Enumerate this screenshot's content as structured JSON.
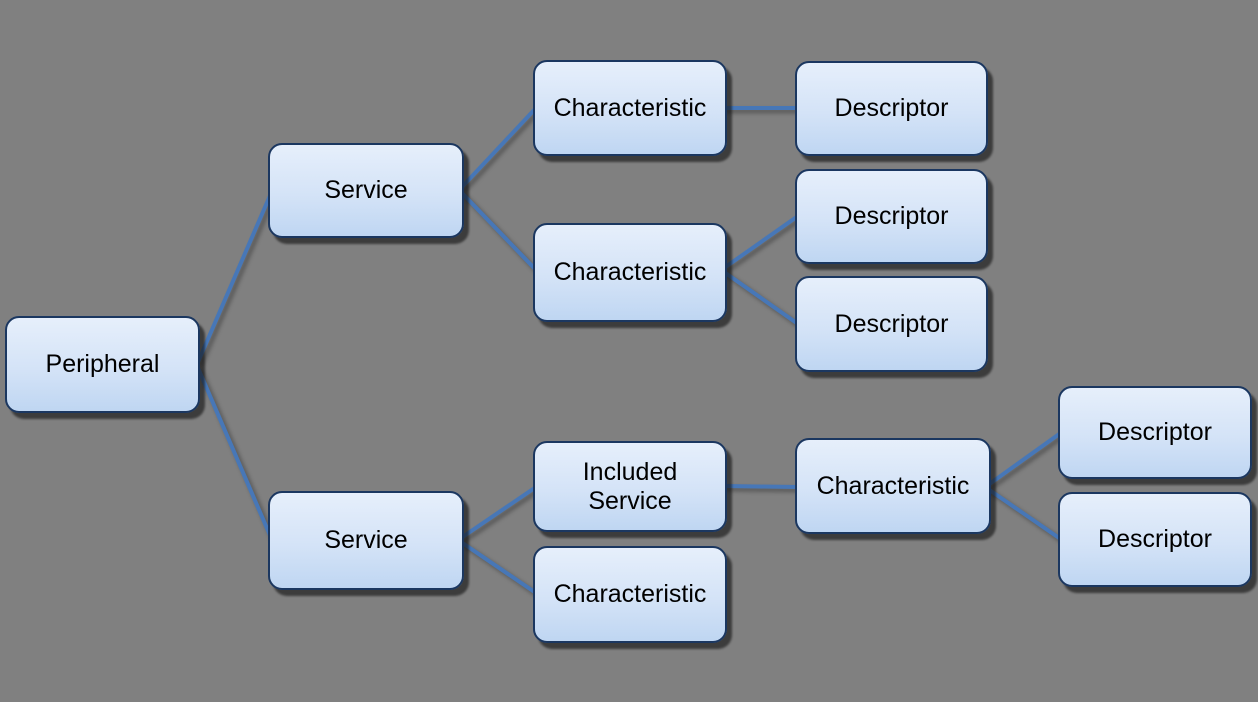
{
  "colors": {
    "background": "#808080",
    "connector": "#4777B7",
    "node_border": "#1B3760",
    "node_fill_top": "#E6EFFB",
    "node_fill_bottom": "#BFD6F2",
    "node_text": "#000000"
  },
  "nodes": [
    {
      "label": "Peripheral"
    },
    {
      "label": "Service"
    },
    {
      "label": "Characteristic"
    },
    {
      "label": "Descriptor"
    },
    {
      "label": "Characteristic"
    },
    {
      "label": "Descriptor"
    },
    {
      "label": "Descriptor"
    },
    {
      "label": "Service"
    },
    {
      "label": "Included Service"
    },
    {
      "label": "Characteristic"
    },
    {
      "label": "Characteristic"
    },
    {
      "label": "Descriptor"
    },
    {
      "label": "Descriptor"
    }
  ],
  "edges": [
    {
      "from": 0,
      "to": 1
    },
    {
      "from": 0,
      "to": 7
    },
    {
      "from": 1,
      "to": 2
    },
    {
      "from": 1,
      "to": 4
    },
    {
      "from": 2,
      "to": 3
    },
    {
      "from": 4,
      "to": 5
    },
    {
      "from": 4,
      "to": 6
    },
    {
      "from": 7,
      "to": 8
    },
    {
      "from": 7,
      "to": 9
    },
    {
      "from": 8,
      "to": 10
    },
    {
      "from": 10,
      "to": 11
    },
    {
      "from": 10,
      "to": 12
    }
  ]
}
